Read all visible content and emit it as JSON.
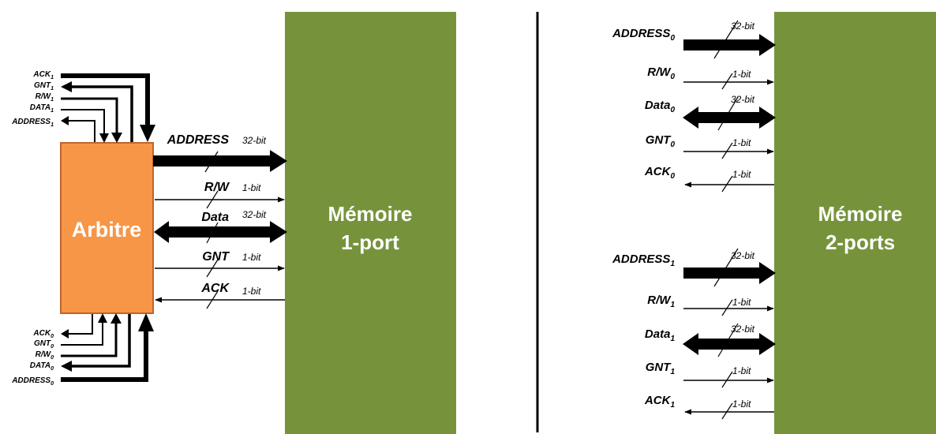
{
  "colors": {
    "memory": "#76933c",
    "arbiter": "#f79646",
    "arbiter_border": "#c0642c"
  },
  "left": {
    "arbiter": "Arbitre",
    "memory_line1": "Mémoire",
    "memory_line2": "1-port",
    "signals": [
      {
        "name": "ADDRESS",
        "width": "32-bit"
      },
      {
        "name": "R/W",
        "width": "1-bit"
      },
      {
        "name": "Data",
        "width": "32-bit"
      },
      {
        "name": "GNT",
        "width": "1-bit"
      },
      {
        "name": "ACK",
        "width": "1-bit"
      }
    ],
    "top_ports": [
      {
        "name": "ACK",
        "sub": "1"
      },
      {
        "name": "GNT",
        "sub": "1"
      },
      {
        "name": "R/W",
        "sub": "1"
      },
      {
        "name": "DATA",
        "sub": "1"
      },
      {
        "name": "ADDRESS",
        "sub": "1"
      }
    ],
    "bottom_ports": [
      {
        "name": "ACK",
        "sub": "0"
      },
      {
        "name": "GNT",
        "sub": "0"
      },
      {
        "name": "R/W",
        "sub": "0"
      },
      {
        "name": "DATA",
        "sub": "0"
      },
      {
        "name": "ADDRESS",
        "sub": "0"
      }
    ]
  },
  "right": {
    "memory_line1": "Mémoire",
    "memory_line2": "2-ports",
    "port0": [
      {
        "name": "ADDRESS",
        "sub": "0",
        "width": "32-bit"
      },
      {
        "name": "R/W",
        "sub": "0",
        "width": "1-bit"
      },
      {
        "name": "Data",
        "sub": "0",
        "width": "32-bit"
      },
      {
        "name": "GNT",
        "sub": "0",
        "width": "1-bit"
      },
      {
        "name": "ACK",
        "sub": "0",
        "width": "1-bit"
      }
    ],
    "port1": [
      {
        "name": "ADDRESS",
        "sub": "1",
        "width": "32-bit"
      },
      {
        "name": "R/W",
        "sub": "1",
        "width": "1-bit"
      },
      {
        "name": "Data",
        "sub": "1",
        "width": "32-bit"
      },
      {
        "name": "GNT",
        "sub": "1",
        "width": "1-bit"
      },
      {
        "name": "ACK",
        "sub": "1",
        "width": "1-bit"
      }
    ]
  }
}
